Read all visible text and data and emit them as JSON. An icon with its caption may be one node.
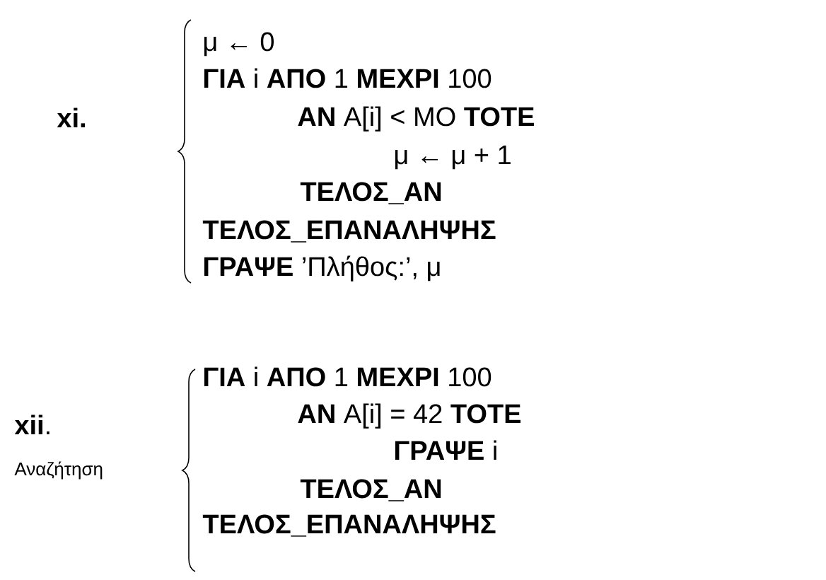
{
  "diagram": {
    "labels": [
      "xi.",
      "μ ← 0",
      "**ΓΙΑ** i **ΑΠΟ** 1 **ΜΕΧΡΙ** 100",
      "**ΑΝ** A[i] < ΜΟ **ΤΟΤΕ**",
      "μ ← μ + 1",
      "ΤΕΛΟΣ_ΑΝ",
      "ΤΕΛΟΣ_ΕΠΑΝΑΛΗΨΗΣ",
      "**ΓΡΑΨΕ** ’Πλήθος:’, μ",
      "**xii**.",
      "Αναζήτηση",
      "**ΓΙΑ** i **ΑΠΟ** 1 **ΜΕΧΡΙ** 100",
      "**ΑΝ** A[i] = 42 **ΤΟΤΕ**",
      "**ΓΡΑΨΕ** i",
      "ΤΕΛΟΣ_ΑΝ",
      "ΤΕΛΟΣ_ΕΠΑΝΑΛΗΨΗΣ"
    ]
  }
}
